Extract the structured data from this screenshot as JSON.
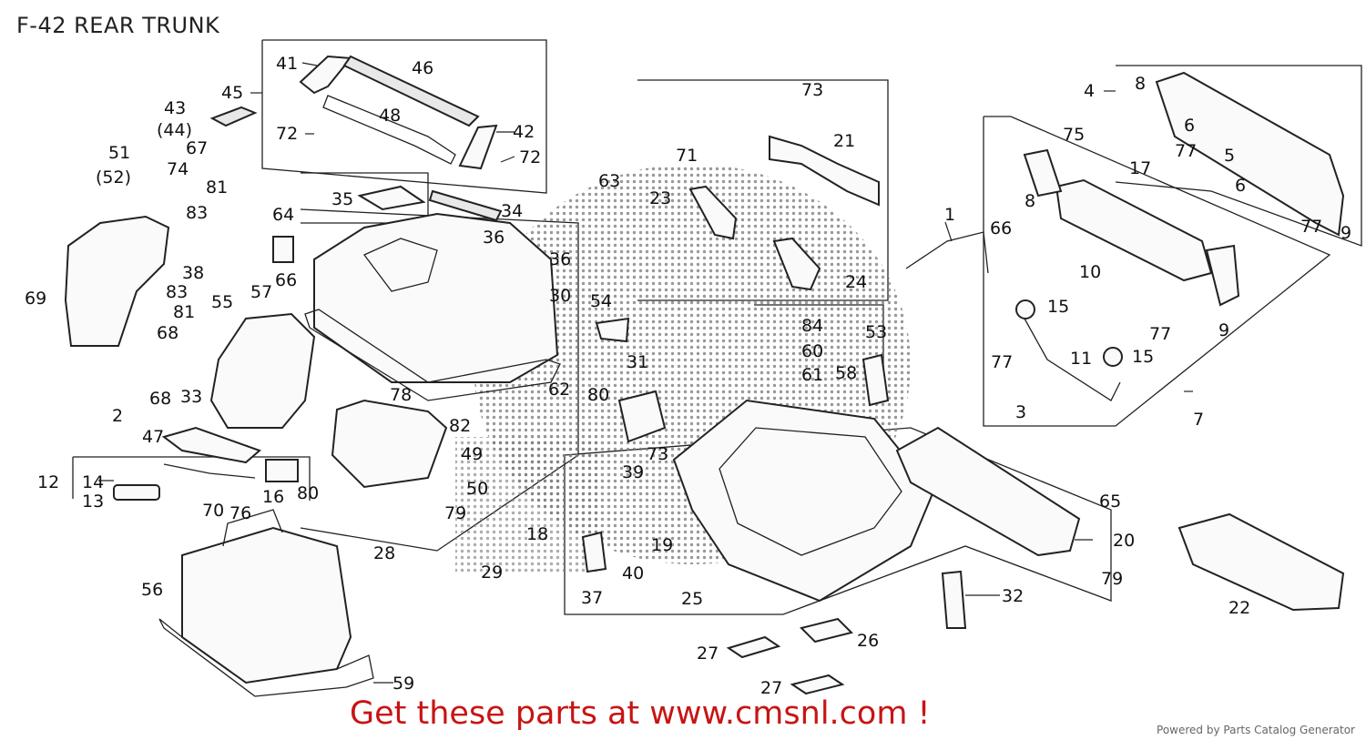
{
  "header": {
    "title": "F-42 REAR TRUNK"
  },
  "footer": {
    "promo": "Get these parts at www.cmsnl.com !",
    "powered_by": "Powered by Parts Catalog Generator"
  },
  "labels": [
    "41",
    "46",
    "45",
    "72",
    "48",
    "42",
    "72",
    "43",
    "(44)",
    "67",
    "74",
    "51",
    "(52)",
    "81",
    "83",
    "64",
    "35",
    "34",
    "36",
    "36",
    "30",
    "63",
    "71",
    "73",
    "21",
    "23",
    "24",
    "4",
    "8",
    "6",
    "77",
    "5",
    "75",
    "17",
    "6",
    "77",
    "9",
    "8",
    "10",
    "9",
    "77",
    "15",
    "15",
    "11",
    "77",
    "3",
    "7",
    "1",
    "66",
    "38",
    "83",
    "81",
    "69",
    "55",
    "57",
    "66",
    "68",
    "68",
    "33",
    "2",
    "54",
    "31",
    "84",
    "60",
    "61",
    "53",
    "58",
    "78",
    "82",
    "62",
    "80",
    "49",
    "47",
    "12",
    "14",
    "13",
    "70",
    "76",
    "16",
    "80",
    "50",
    "79",
    "28",
    "39",
    "73",
    "18",
    "19",
    "29",
    "37",
    "40",
    "25",
    "65",
    "20",
    "79",
    "32",
    "22",
    "56",
    "27",
    "26",
    "27",
    "59"
  ]
}
